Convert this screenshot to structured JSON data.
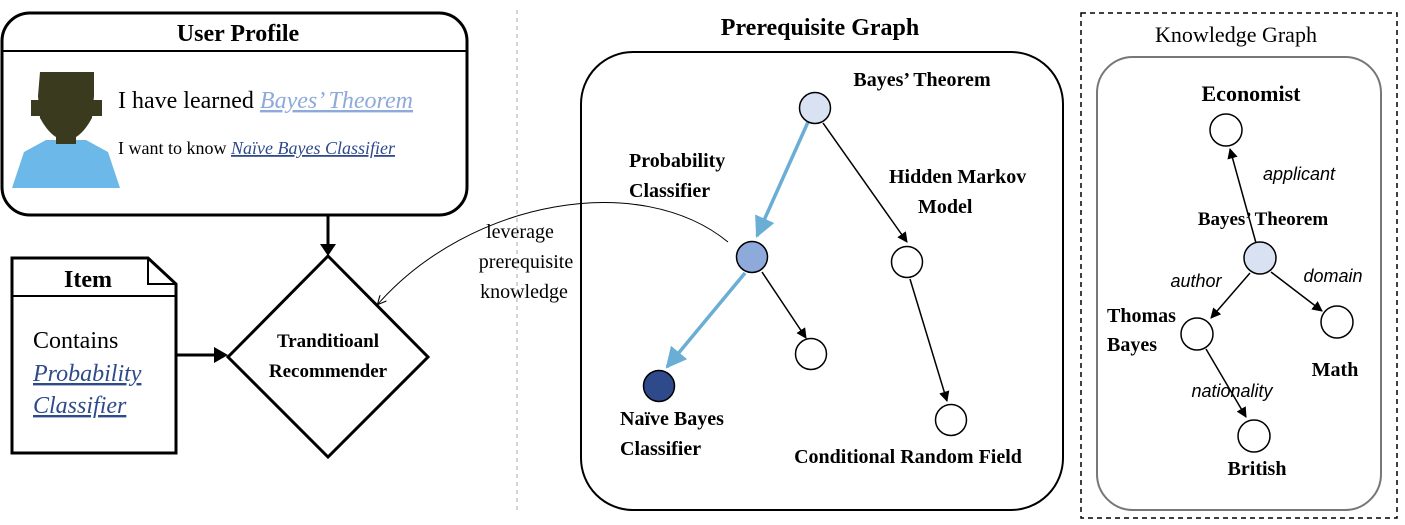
{
  "colors": {
    "light_node": "#d9e2f3",
    "mid_node": "#8eaadb",
    "dark_node": "#2f4a8a",
    "blue_edge": "#6aaed6",
    "person_body": "#6cb8e8",
    "person_head": "#3a3a1f",
    "link_light": "#8eaadb",
    "link_dark": "#2f4a8a"
  },
  "user_profile": {
    "title": "User Profile",
    "learned_prefix": "I have learned ",
    "learned_link": "Bayes’ Theorem",
    "want_prefix": "I want to know ",
    "want_link": "Naïve Bayes Classifier",
    "avatar_icon": "person-icon"
  },
  "item": {
    "title": "Item",
    "line1": "Contains",
    "link_line1": "Probability",
    "link_line2": "Classifier"
  },
  "recommender": {
    "line1": "Tranditioanl",
    "line2": "Recommender"
  },
  "leverage_note": [
    "leverage",
    "prerequisite",
    "knowledge"
  ],
  "prerequisite_graph": {
    "title": "Prerequisite Graph",
    "nodes": {
      "bayes": "Bayes’ Theorem",
      "prob_line1": "Probability",
      "prob_line2": "Classifier",
      "hmm_line1": "Hidden Markov",
      "hmm_line2": "Model",
      "naive_line1": "Naïve Bayes",
      "naive_line2": "Classifier",
      "crf": "Conditional Random Field"
    }
  },
  "knowledge_graph": {
    "title": "Knowledge Graph",
    "nodes": {
      "economist": "Economist",
      "bayes": "Bayes’ Theorem",
      "thomas_line1": "Thomas",
      "thomas_line2": "Bayes",
      "math": "Math",
      "british": "British"
    },
    "edges": {
      "applicant": "applicant",
      "author": "author",
      "domain": "domain",
      "nationality": "nationality"
    }
  }
}
